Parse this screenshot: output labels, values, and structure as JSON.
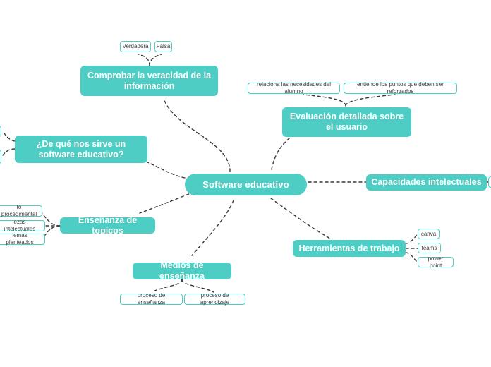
{
  "diagram": {
    "type": "mindmap",
    "colors": {
      "accent": "#4ECDC4",
      "node_text": "#ffffff",
      "leaf_text": "#3a3a3a",
      "background": "#ffffff",
      "edge": "#3a3a3a"
    },
    "root": {
      "label": "Software educativo"
    },
    "branches": [
      {
        "label": "Comprobar la veracidad de la información"
      },
      {
        "label": "¿De qué nos sirve un software educativo?"
      },
      {
        "label": "Evaluación detallada sobre el usuario"
      },
      {
        "label": "Capacidades intelectuales"
      },
      {
        "label": "Enseñanza de topicos"
      },
      {
        "label": "Herramientas de trabajo"
      },
      {
        "label": "Medios de enseñanza"
      }
    ],
    "leaves": [
      {
        "label": "Verdadera"
      },
      {
        "label": "Falsa"
      },
      {
        "label": "relaciona las necesidades del alumno"
      },
      {
        "label": "entiende los puntos que deben ser reforzados"
      },
      {
        "label": "to procedimental"
      },
      {
        "label": "ezas intelectuales"
      },
      {
        "label": "lemas planteados"
      },
      {
        "label": "canva"
      },
      {
        "label": "teams"
      },
      {
        "label": "power point"
      },
      {
        "label": "proceso de enseñanza"
      },
      {
        "label": "proceso de aprendizaje"
      }
    ]
  }
}
